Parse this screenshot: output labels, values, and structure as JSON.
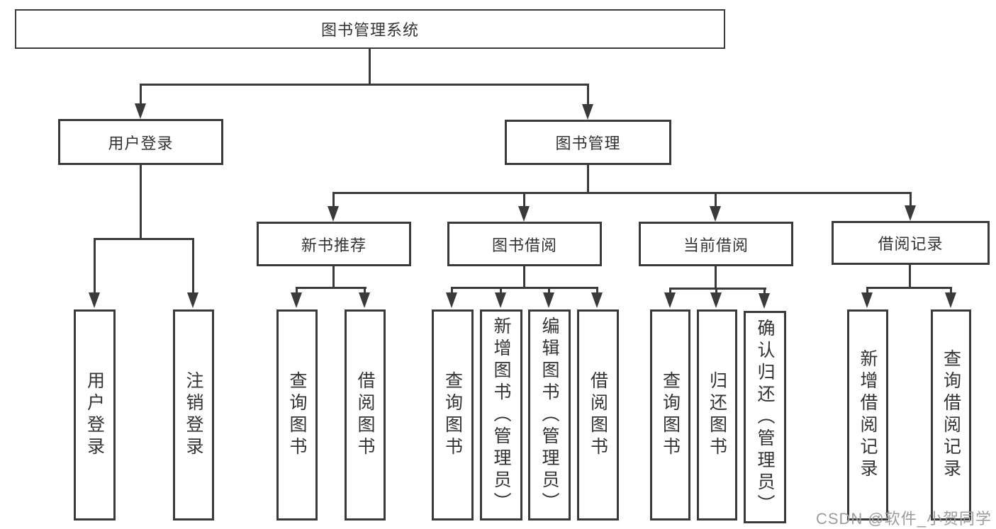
{
  "title": "图书管理系统",
  "user_login": {
    "label": "用户登录",
    "children": [
      "用户登录",
      "注销登录"
    ]
  },
  "book_management": {
    "label": "图书管理",
    "modules": [
      {
        "label": "新书推荐",
        "children": [
          "查询图书",
          "借阅图书"
        ]
      },
      {
        "label": "图书借阅",
        "children": [
          "查询图书",
          "新增图书（管理员）",
          "编辑图书（管理员）",
          "借阅图书"
        ]
      },
      {
        "label": "当前借阅",
        "children": [
          "查询图书",
          "归还图书",
          "确认归还（管理员）"
        ]
      },
      {
        "label": "借阅记录",
        "children": [
          "新增借阅记录",
          "查询借阅记录"
        ]
      }
    ]
  },
  "watermark": "CSDN @软件_小贺同学",
  "colors": {
    "line": "#3a3a3a",
    "box_border": "#3a3a3a",
    "text": "#333333",
    "watermark": "#9c9c9c",
    "background": "#ffffff"
  }
}
